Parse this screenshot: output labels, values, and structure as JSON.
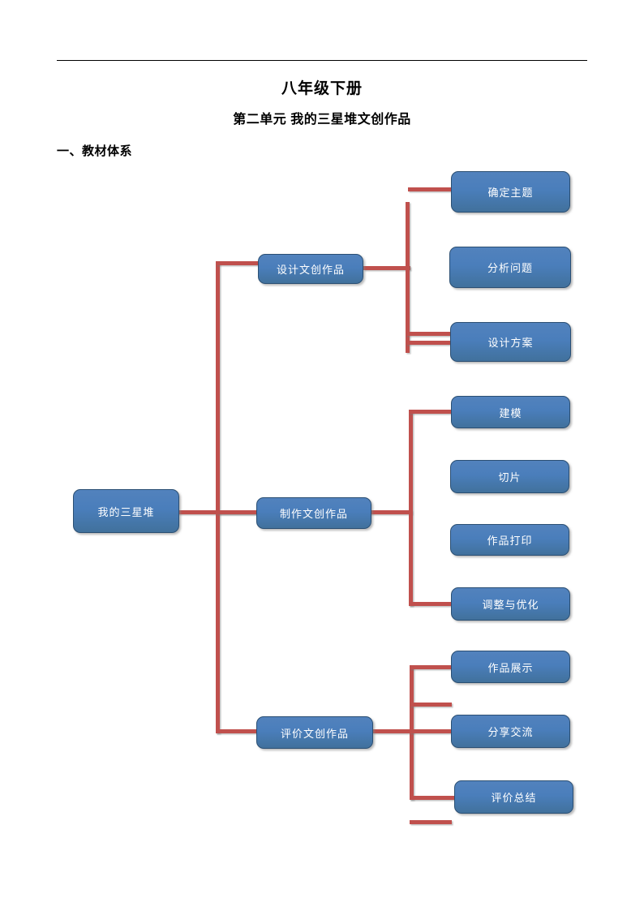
{
  "document": {
    "title": "八年级下册",
    "subtitle": "第二单元  我的三星堆文创作品",
    "section_heading": "一、教材体系"
  },
  "colors": {
    "node_fill": "#4a7ebb",
    "node_border": "#2b4f73",
    "node_text": "#ffffff",
    "connector": "#c0504d",
    "page_background": "#ffffff",
    "rule": "#000000"
  },
  "diagram": {
    "type": "tree",
    "root": {
      "label": "我的三星堆"
    },
    "branches": [
      {
        "label": "设计文创作品",
        "children": [
          {
            "label": "确定主题"
          },
          {
            "label": "分析问题"
          },
          {
            "label": "设计方案"
          }
        ]
      },
      {
        "label": "制作文创作品",
        "children": [
          {
            "label": "建模"
          },
          {
            "label": "切片"
          },
          {
            "label": "作品打印"
          },
          {
            "label": "调整与优化"
          }
        ]
      },
      {
        "label": "评价文创作品",
        "children": [
          {
            "label": "作品展示"
          },
          {
            "label": "分享交流"
          },
          {
            "label": "评价总结"
          }
        ]
      }
    ]
  }
}
